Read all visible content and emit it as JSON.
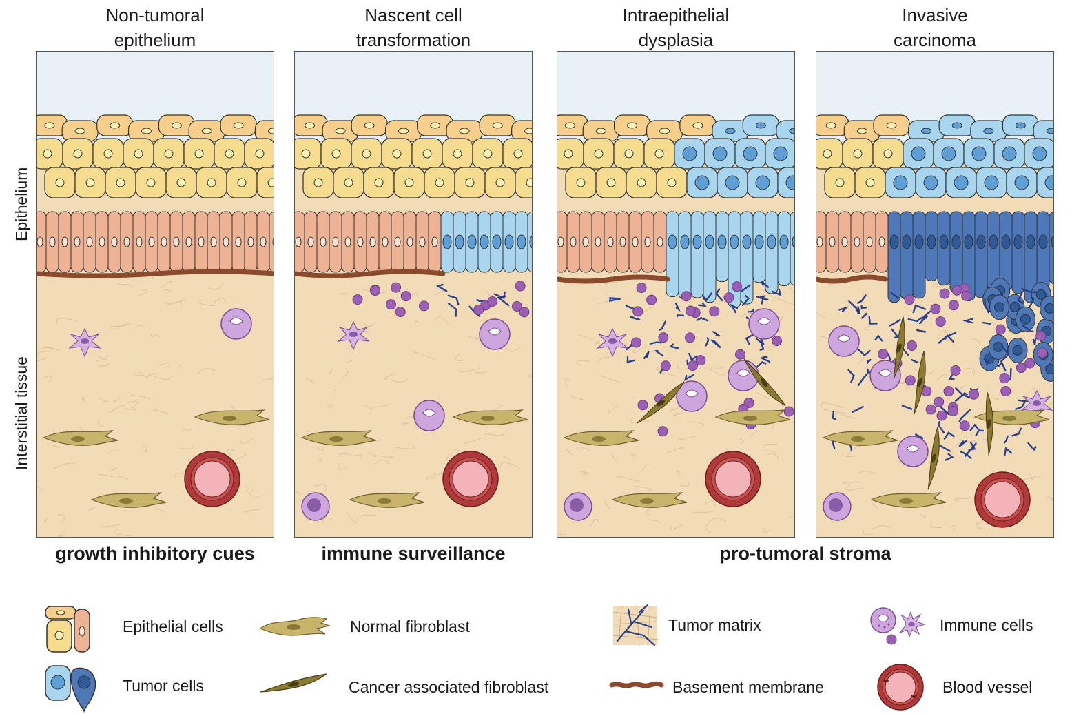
{
  "stages": [
    {
      "line1": "Non-tumoral",
      "line2": "epithelium"
    },
    {
      "line1": "Nascent cell",
      "line2": "transformation"
    },
    {
      "line1": "Intraepithelial",
      "line2": "dysplasia"
    },
    {
      "line1": "Invasive",
      "line2": "carcinoma"
    }
  ],
  "side_labels": {
    "epithelium": "Epithelium",
    "interstitial": "Interstitial tissue"
  },
  "captions": {
    "growth": "growth inhibitory cues",
    "immune": "immune surveillance",
    "stroma": "pro-tumoral stroma"
  },
  "legend": {
    "epithelial_cells": "Epithelial cells",
    "tumor_cells": "Tumor cells",
    "normal_fibroblast": "Normal fibroblast",
    "caf": "Cancer associated fibroblast",
    "tumor_matrix": "Tumor matrix",
    "basement_membrane": "Basement membrane",
    "immune_cells": "Immune cells",
    "blood_vessel": "Blood vessel"
  },
  "colors": {
    "sky": "#e8f2f6",
    "stroma": "#f2dcb8",
    "epi_top": "#f6cf8c",
    "epi_mid": "#f5dc8e",
    "epi_basal": "#eeb394",
    "tumor_light": "#a9d6ee",
    "tumor_dark": "#4f78b8",
    "basement": "#8a4a2e",
    "matrix": "#2b3f8f",
    "immune": "#b183c7",
    "fibroblast": "#a79a5a",
    "caf": "#7a6a2a",
    "vessel": "#b03a3a"
  }
}
